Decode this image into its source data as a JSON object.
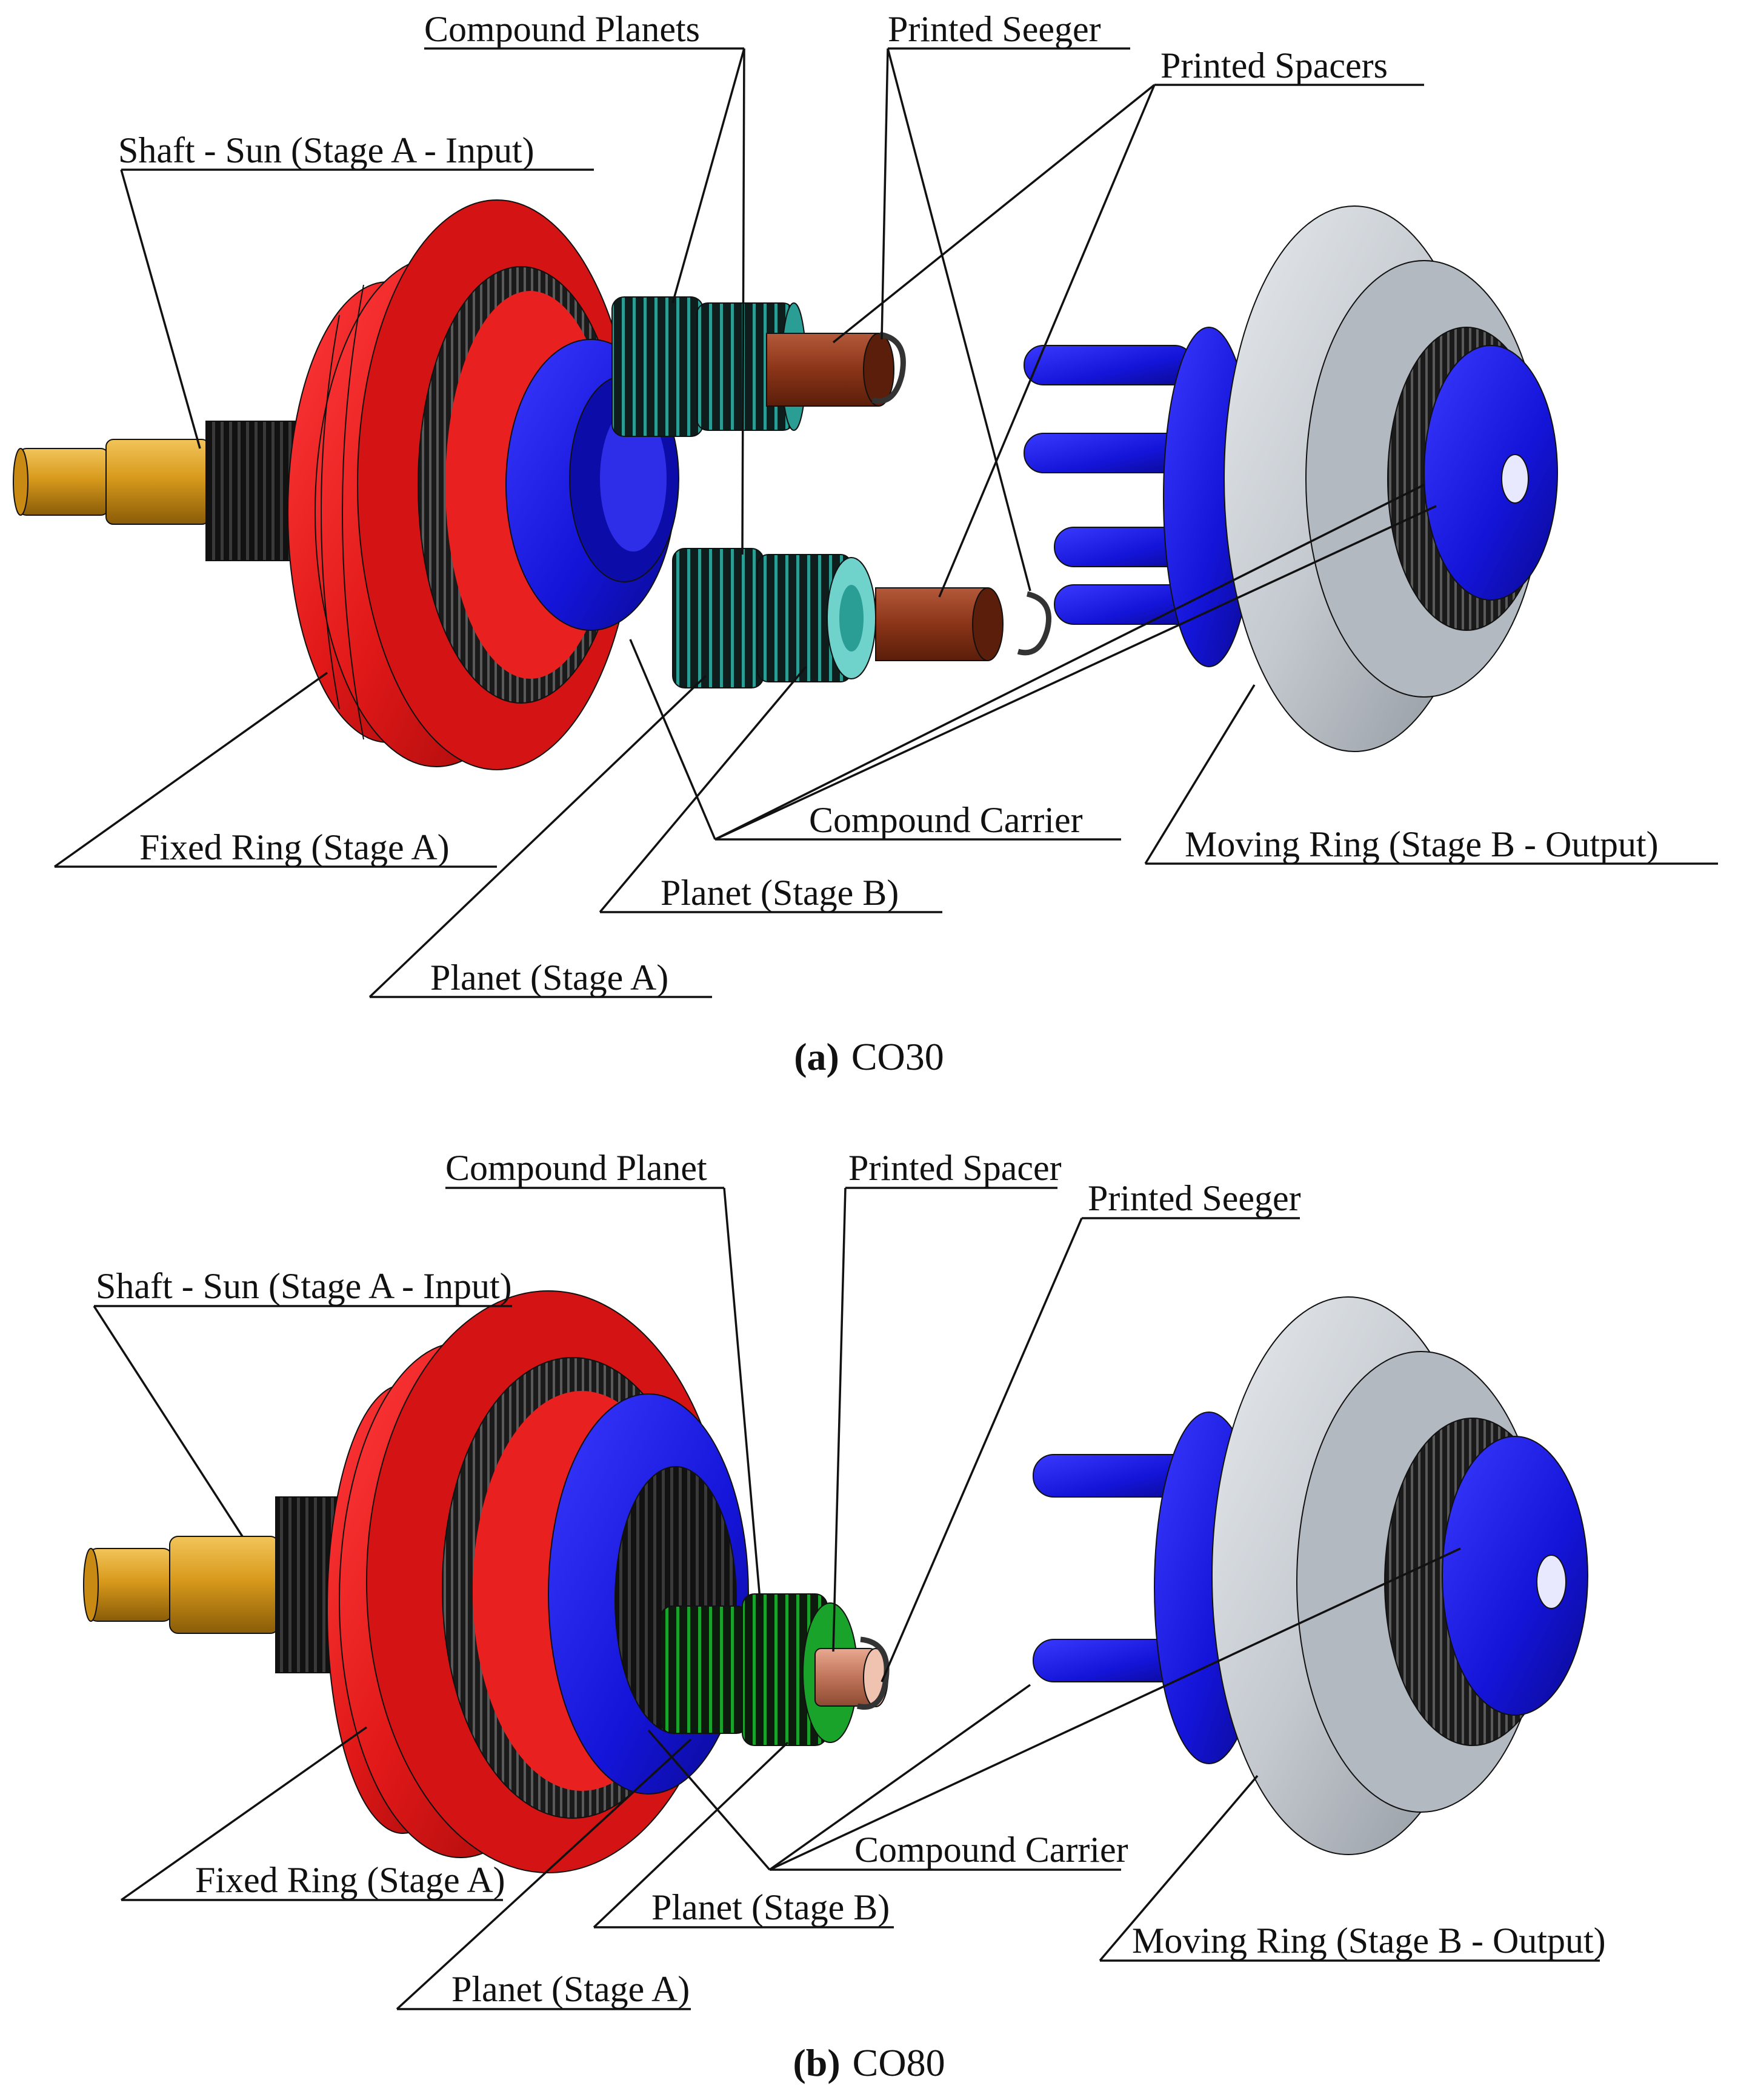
{
  "panel_a": {
    "caption_tag": "(a)",
    "caption_text": "CO30",
    "labels": {
      "compound_planets": "Compound Planets",
      "printed_seeger": "Printed Seeger",
      "printed_spacers": "Printed Spacers",
      "shaft_sun": "Shaft - Sun (Stage A - Input)",
      "fixed_ring": "Fixed Ring (Stage A)",
      "compound_carrier": "Compound Carrier",
      "moving_ring": "Moving Ring (Stage B - Output)",
      "planet_b": "Planet (Stage B)",
      "planet_a": "Planet (Stage A)"
    }
  },
  "panel_b": {
    "caption_tag": "(b)",
    "caption_text": "CO80",
    "labels": {
      "compound_planet": "Compound Planet",
      "printed_spacer": "Printed Spacer",
      "printed_seeger": "Printed Seeger",
      "shaft_sun": "Shaft - Sun (Stage A - Input)",
      "fixed_ring": "Fixed Ring (Stage A)",
      "compound_carrier": "Compound Carrier",
      "planet_b": "Planet (Stage B)",
      "moving_ring": "Moving Ring (Stage B - Output)",
      "planet_a": "Planet (Stage A)"
    }
  },
  "colors": {
    "fixed_ring": "#e01818",
    "carrier": "#1414d8",
    "moving_ring": "#c4c9cf",
    "shaft": "#d89a1c",
    "spacer": "#8a3418",
    "planet_teal": "#2a9d94",
    "planet_green": "#1aa32a",
    "gear_teeth": "#141414"
  }
}
